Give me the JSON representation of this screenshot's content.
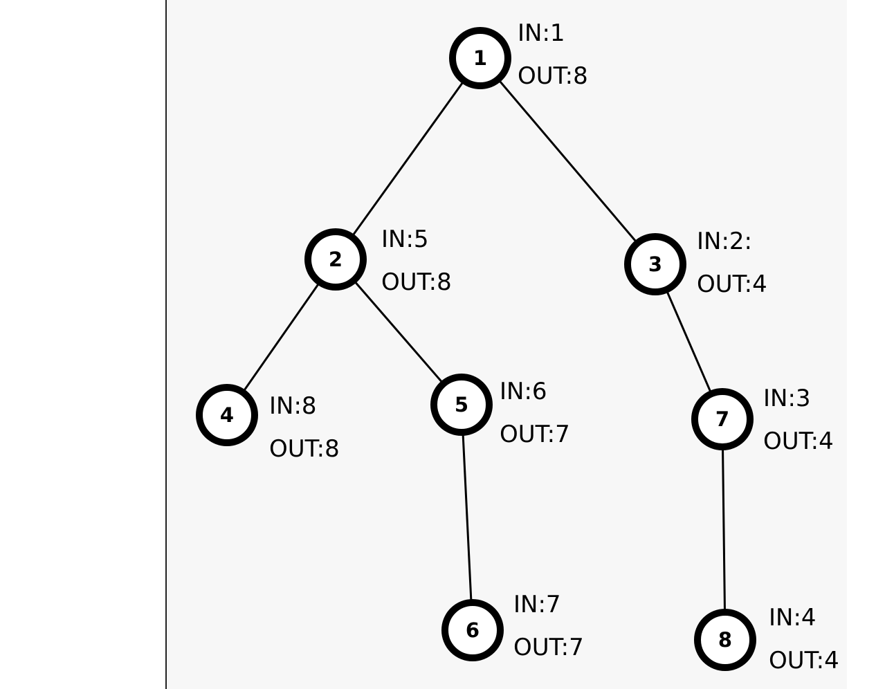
{
  "diagram": {
    "nodes": [
      {
        "id": "1",
        "in_label": "IN:1",
        "out_label": "OUT:8"
      },
      {
        "id": "2",
        "in_label": "IN:5",
        "out_label": "OUT:8"
      },
      {
        "id": "3",
        "in_label": "IN:2:",
        "out_label": "OUT:4"
      },
      {
        "id": "4",
        "in_label": "IN:8",
        "out_label": "OUT:8"
      },
      {
        "id": "5",
        "in_label": "IN:6",
        "out_label": "OUT:7"
      },
      {
        "id": "6",
        "in_label": "IN:7",
        "out_label": "OUT:7"
      },
      {
        "id": "7",
        "in_label": "IN:3",
        "out_label": "OUT:4"
      },
      {
        "id": "8",
        "in_label": "IN:4",
        "out_label": "OUT:4"
      }
    ],
    "edges": [
      {
        "from": "1",
        "to": "2"
      },
      {
        "from": "1",
        "to": "3"
      },
      {
        "from": "2",
        "to": "4"
      },
      {
        "from": "2",
        "to": "5"
      },
      {
        "from": "5",
        "to": "6"
      },
      {
        "from": "3",
        "to": "7"
      },
      {
        "from": "7",
        "to": "8"
      }
    ]
  }
}
